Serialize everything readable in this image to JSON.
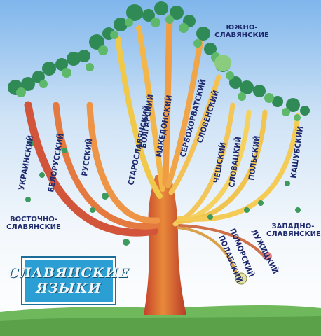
{
  "title_lines": [
    "СЛАВЯНСКИЕ",
    "ЯЗЫКИ"
  ],
  "groups": {
    "east": [
      "ВОСТОЧНО-",
      "СЛАВЯНСКИЕ"
    ],
    "south": [
      "ЮЖНО-",
      "СЛАВЯНСКИЕ"
    ],
    "west": [
      "ЗАПАДНО-",
      "СЛАВЯНСКИЕ"
    ]
  },
  "languages": {
    "ukrainian": "УКРАИНСКИЙ",
    "belarusian": "БЕЛОРУССКИЙ",
    "russian": "РУССКИЙ",
    "old_slavonic": "СТАРОСЛАВЯНСКИЙ",
    "bulgarian": "БОЛГАРСКИЙ",
    "macedonian": "МАКЕДОНСКИЙ",
    "serbo_croatian": "СЕРБОХОРВАТСКИЙ",
    "slovenian": "СЛОВЕНСКИЙ",
    "czech": "ЧЕШСКИЙ",
    "slovak": "СЛОВАЦКИЙ",
    "polish": "ПОЛЬСКИЙ",
    "kashubian": "КАШУБСКИЙ",
    "polabian": "ПОЛАБСКИЙ",
    "pomeranian": "ПОМОРСКИЙ",
    "lusatian": "ЛУЖИЦКИЙ"
  }
}
